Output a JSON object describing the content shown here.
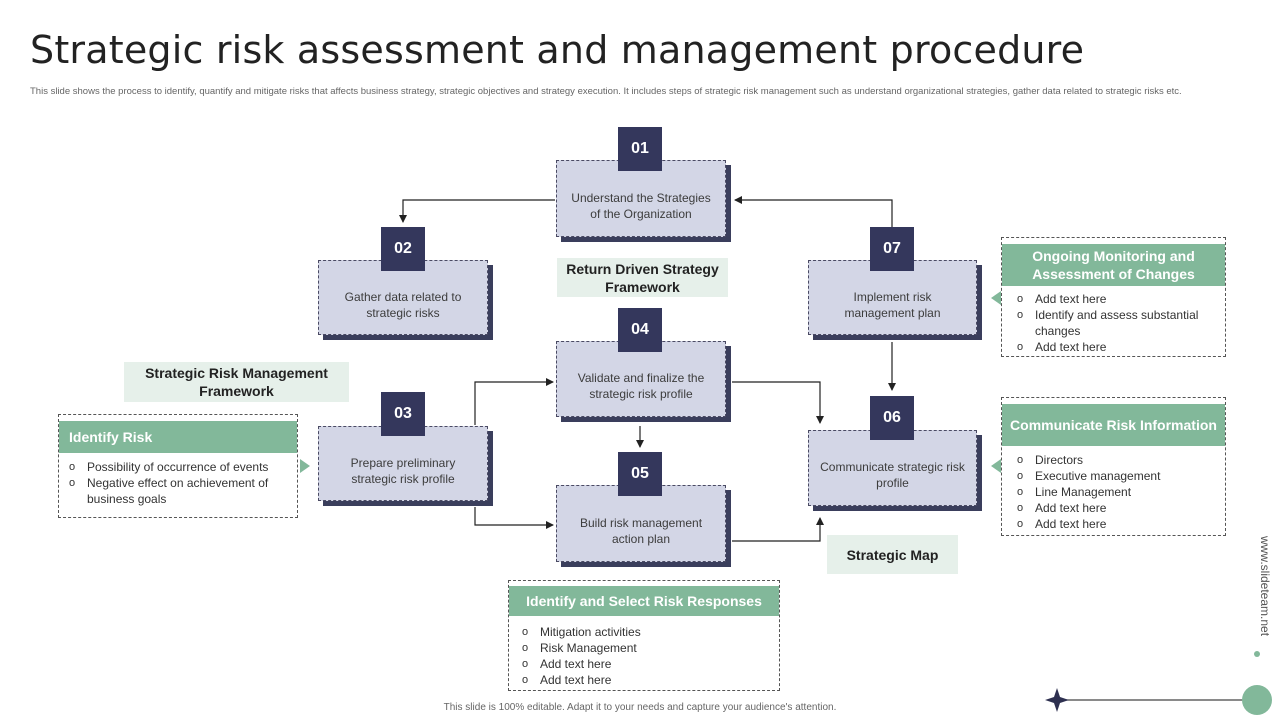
{
  "title": "Strategic risk assessment and management procedure",
  "subtitle": "This slide shows the process to identify, quantify and mitigate risks that affects business strategy, strategic objectives and strategy execution. It includes steps of strategic risk management such as understand organizational strategies, gather data related to strategic risks etc.",
  "steps": [
    {
      "num": "01",
      "text": "Understand the Strategies of the Organization"
    },
    {
      "num": "02",
      "text": "Gather data related to strategic risks"
    },
    {
      "num": "03",
      "text": "Prepare preliminary strategic risk profile"
    },
    {
      "num": "04",
      "text": "Validate and finalize the strategic risk profile"
    },
    {
      "num": "05",
      "text": "Build risk management action plan"
    },
    {
      "num": "06",
      "text": "Communicate strategic risk profile"
    },
    {
      "num": "07",
      "text": "Implement risk management plan"
    }
  ],
  "labels": {
    "return_driven": "Return Driven Strategy Framework",
    "strategic_risk_framework": "Strategic Risk Management Framework",
    "strategic_map": "Strategic Map"
  },
  "cards": {
    "identify_risk": {
      "title": "Identify Risk",
      "items": [
        "Possibility of occurrence of events",
        "Negative effect on achievement of business goals"
      ]
    },
    "risk_responses": {
      "title": "Identify and Select Risk Responses",
      "items": [
        "Mitigation activities",
        "Risk Management",
        "Add text here",
        "Add text here"
      ]
    },
    "ongoing_monitoring": {
      "title": "Ongoing Monitoring and Assessment of Changes",
      "items": [
        "Add text here",
        "Identify and assess substantial changes",
        "Add text here"
      ]
    },
    "communicate_risk": {
      "title": "Communicate Risk Information",
      "items": [
        "Directors",
        "Executive management",
        "Line Management",
        "Add text here",
        "Add text here"
      ]
    }
  },
  "footer": "This slide is 100% editable. Adapt it to your needs and capture your audience's attention.",
  "brand": "www.slideteam.net",
  "colors": {
    "step_fill": "#d3d6e6",
    "step_number": "#34375c",
    "accent_green": "#82b89a",
    "label_fill": "#e6f0ea"
  }
}
